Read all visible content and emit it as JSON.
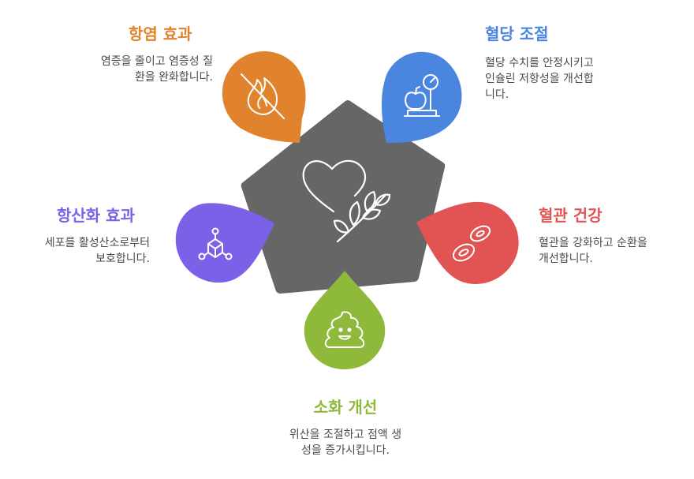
{
  "center_icon": "heart-leaf-icon",
  "items": {
    "inflammation": {
      "title": "항염 효과",
      "desc_lines": [
        "염증을 줄이고 염증성 질",
        "환을 완화합니다."
      ],
      "color": "#E0832C",
      "icon": "no-fire-icon"
    },
    "blood_sugar": {
      "title": "혈당 조절",
      "desc_lines": [
        "혈당 수치를 안정시키고",
        "인슐린 저항성을 개선합",
        "니다."
      ],
      "color": "#4A86E0",
      "icon": "scale-apple-icon"
    },
    "vascular": {
      "title": "혈관 건강",
      "desc_lines": [
        "혈관을 강화하고 순환을",
        "개선합니다."
      ],
      "color": "#E25454",
      "icon": "blood-cells-icon"
    },
    "digestion": {
      "title": "소화 개선",
      "desc_lines": [
        "위산을 조절하고 점액 생",
        "성을 증가시킵니다."
      ],
      "color": "#8FB93A",
      "icon": "happy-poop-icon"
    },
    "antioxidant": {
      "title": "항산화 효과",
      "desc_lines": [
        "세포를 활성산소로부터",
        "보호합니다."
      ],
      "color": "#7C60E8",
      "icon": "molecule-icon"
    }
  },
  "colors": {
    "hub": "#666666",
    "desc_text": "#4a4a4a"
  }
}
